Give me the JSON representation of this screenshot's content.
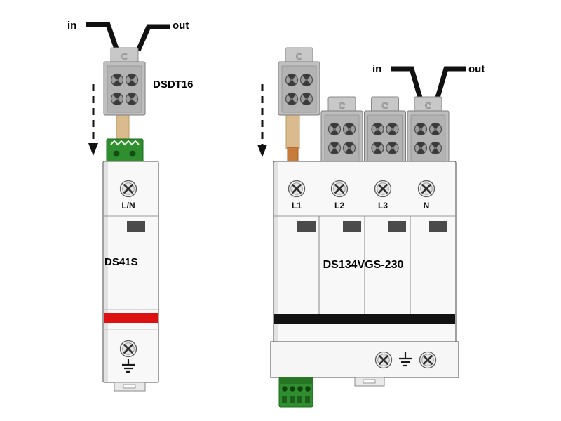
{
  "connector_marking": "C",
  "left_assembly": {
    "in_label": "in",
    "out_label": "out",
    "terminal_block_label": "DSDT16",
    "device_label": "DS41S",
    "pole_label": "L/N"
  },
  "right_assembly": {
    "in_label": "in",
    "out_label": "out",
    "device_label": "DS134VGS-230",
    "pole_labels": [
      "L1",
      "L2",
      "L3",
      "N"
    ]
  },
  "colors": {
    "wire_black": "#111111",
    "device_body": "#f8f8f8",
    "terminal_block_gray": "#bfbfbf",
    "indicator_window_dark": "#4a4a4a",
    "status_red": "#dd1111",
    "status_black": "#121212",
    "connector_green": "#2f8f2f",
    "cable_tan": "#d9bb8e",
    "copper": "#c87c3c"
  }
}
